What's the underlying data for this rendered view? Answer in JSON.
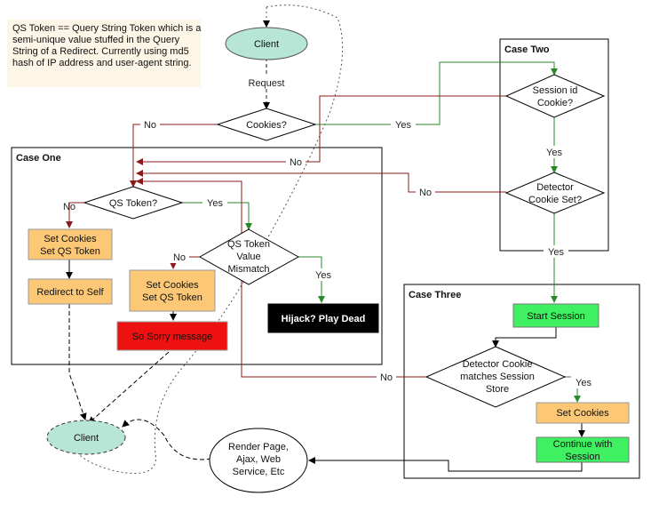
{
  "note": "QS Token == Query String Token which is a semi-unique value stuffed in the Query String of a Redirect. Currently using md5 hash of IP address and user-agent string.",
  "nodes": {
    "client_top": "Client",
    "request": "Request",
    "cookies": "Cookies?",
    "case_one": "Case One",
    "case_two": "Case Two",
    "case_three": "Case Three",
    "qs_token": "QS Token?",
    "set_cookies_1": [
      "Set Cookies",
      "Set QS Token"
    ],
    "redirect": "Redirect to Self",
    "qs_mismatch": [
      "QS Token",
      "Value",
      "Mismatch"
    ],
    "set_cookies_2": [
      "Set Cookies",
      "Set QS Token"
    ],
    "sorry": "So Sorry message",
    "hijack": "Hijack? Play Dead",
    "session_id": [
      "Session id",
      "Cookie?"
    ],
    "detector_set": [
      "Detector",
      "Cookie Set?"
    ],
    "start_session": "Start Session",
    "detector_match": [
      "Detector Cookie",
      "matches Session",
      "Store"
    ],
    "set_cookies_3": "Set Cookies",
    "continue": [
      "Continue with",
      "Session"
    ],
    "client_bottom": "Client",
    "render": [
      "Render Page,",
      "Ajax, Web",
      "Service, Etc"
    ]
  },
  "edge_labels": {
    "no": "No",
    "yes": "Yes"
  },
  "colors": {
    "orange": "#fcc876",
    "green": "#3ff060",
    "red": "#ee1111",
    "black": "#000000",
    "client_fill": "#b8e6d6",
    "note_bg": "#fdf5e6",
    "yes_line": "#2a8a2a",
    "no_line": "#8b1a1a"
  }
}
